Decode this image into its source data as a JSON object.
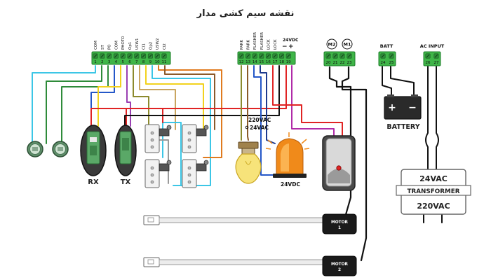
{
  "title": "نقشه سیم کشی مدار",
  "board_a": {
    "labels": [
      "COM",
      "ST",
      "PO",
      "COM",
      "PHOTO",
      "Op1",
      "USW1",
      "Cl1",
      "Op2",
      "USW2",
      "Cl2"
    ],
    "pins": [
      "1",
      "2",
      "3",
      "4",
      "5",
      "6",
      "7",
      "8",
      "9",
      "10",
      "11"
    ],
    "color": "#3fb548"
  },
  "board_b": {
    "labels": [
      "PARK",
      "PARK",
      "FLASHER",
      "FLASHER",
      "LOCK",
      "LOCK"
    ],
    "pins": [
      "12",
      "13",
      "14",
      "15",
      "16",
      "17",
      "18",
      "19"
    ],
    "supply_label": "24VDC",
    "minus": "−",
    "plus": "+"
  },
  "motor_block": {
    "labels": [
      "M2",
      "M1"
    ],
    "pins": [
      "20",
      "21",
      "22",
      "23"
    ]
  },
  "batt_block": {
    "label": "BATT",
    "pins": [
      "24",
      "25"
    ]
  },
  "ac_block": {
    "label": "AC INPUT",
    "pins": [
      "26",
      "27"
    ]
  },
  "rx_label": "RX",
  "tx_label": "TX",
  "lamp_voltage": [
    "220VAC",
    "24VAC"
  ],
  "flasher_voltage": "24VDC",
  "battery": {
    "label": "BATTERY",
    "minus": "−",
    "plus": "+"
  },
  "transformer": {
    "top": "24VAC",
    "middle": "TRANSFORMER",
    "bottom": "220VAC"
  },
  "motors": [
    {
      "line1": "MOTOR",
      "line2": "1"
    },
    {
      "line1": "MOTOR",
      "line2": "2"
    }
  ],
  "wire_colors": {
    "cyan": "#3cc6e6",
    "green": "#2e8b3a",
    "blue": "#2457c8",
    "yellow": "#f2d21e",
    "purple": "#9a3fb2",
    "red": "#e02424",
    "orange": "#e07b1f",
    "brown": "#8b5a2b",
    "olive": "#8c8a2e",
    "black": "#111111",
    "magenta": "#b02ba8",
    "gray": "#9a9a9a",
    "tan": "#c9a560"
  }
}
